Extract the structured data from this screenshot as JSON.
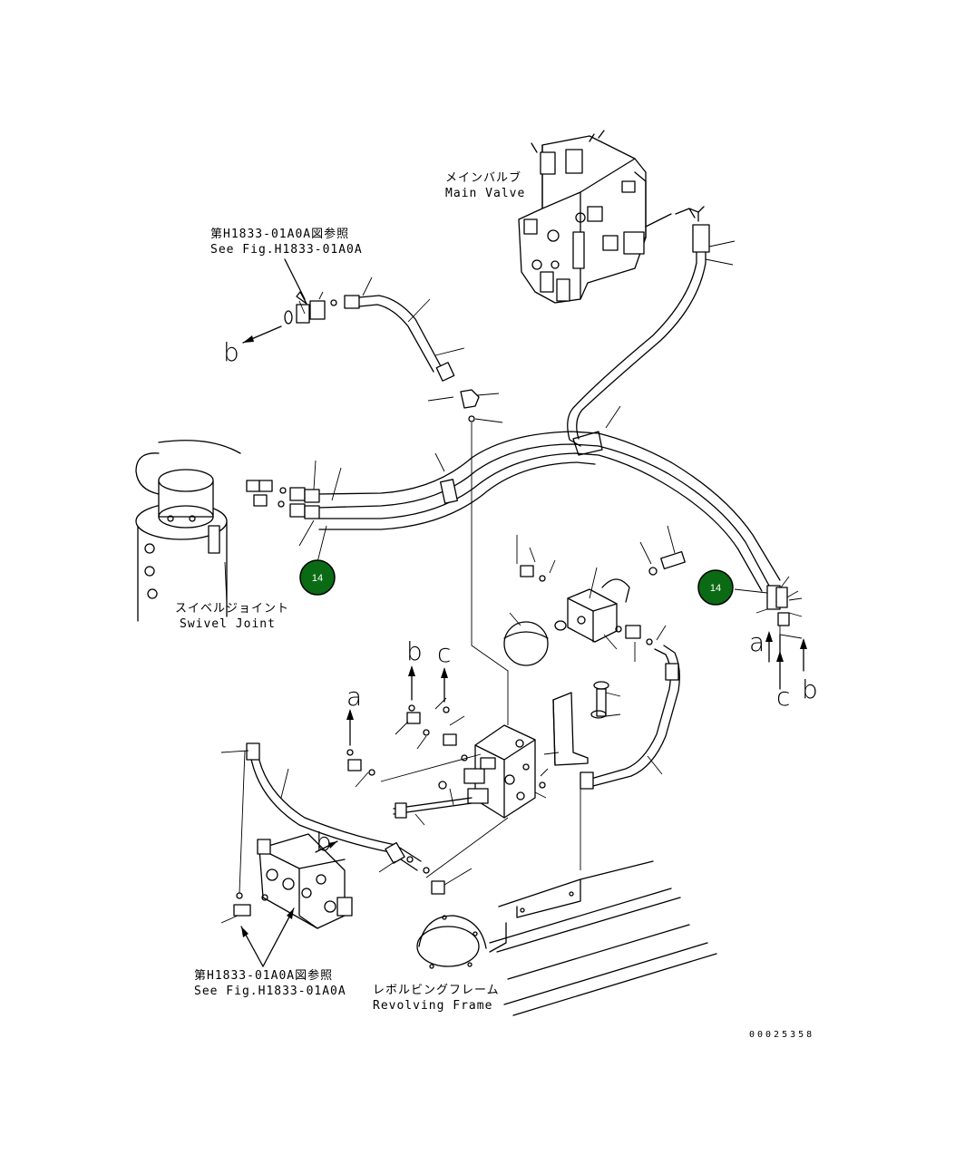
{
  "labels": {
    "main_valve_jp": "メインバルブ",
    "main_valve_en": "Main Valve",
    "ref_top_jp": "第H1833-01A0A図参照",
    "ref_top_en": "See Fig.H1833-01A0A",
    "swivel_jp": "スイベルジョイント",
    "swivel_en": "Swivel Joint",
    "ref_bottom_jp": "第H1833-01A0A図参照",
    "ref_bottom_en": "See Fig.H1833-01A0A",
    "frame_jp": "レボルビングフレーム",
    "frame_en": "Revolving Frame",
    "drawing_code": "00025358"
  },
  "connection_marks": {
    "a": "a",
    "b": "b",
    "c": "c"
  },
  "callouts": [
    {
      "number": "14"
    },
    {
      "number": "14"
    }
  ],
  "colors": {
    "callout_fill": "#0b6b14",
    "line": "#000000"
  }
}
